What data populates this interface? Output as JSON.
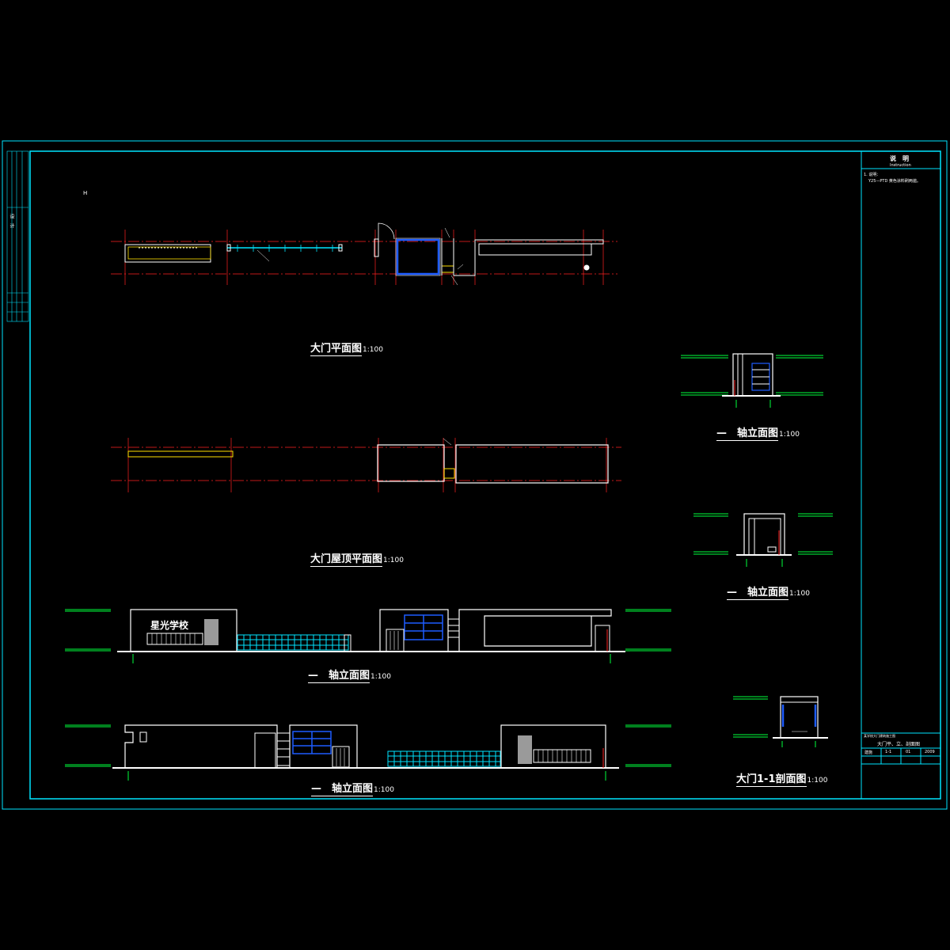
{
  "drawing": {
    "notes_header": "说　明",
    "notes_subheader": "Instruction",
    "notes_line1": "1. 说明：",
    "notes_line2": "Y25—PTD 黄色涂料刷两遍。",
    "sidebar_label": "设　计",
    "school_sign": "星光学校",
    "grid_marker": "H"
  },
  "views": {
    "plan": {
      "title": "大门平面图",
      "scale": "1:100"
    },
    "roof_plan": {
      "title": "大门屋顶平面图",
      "scale": "1:100"
    },
    "elev_1": {
      "title": "—　轴立面图",
      "scale": "1:100"
    },
    "elev_2": {
      "title": "—　轴立面图",
      "scale": "1:100"
    },
    "side_elev_1": {
      "title": "—　轴立面图",
      "scale": "1:100"
    },
    "side_elev_2": {
      "title": "—　轴立面图",
      "scale": "1:100"
    },
    "section": {
      "title": "大门1-1剖面图",
      "scale": "1:100"
    }
  },
  "title_block": {
    "project": "某学校大门建筑施工图",
    "sheet_title": "大门平、立、剖面图",
    "cells": [
      "建施",
      "1-1",
      "01",
      "2009"
    ]
  },
  "colors": {
    "frame": "#00e5ff",
    "axis": "#ff2020",
    "wall": "#ffffff",
    "glass": "#1e5cff",
    "accent": "#ffe000",
    "ground": "#00ff3c",
    "fence": "#00e5ff",
    "stone": "#9a9a9a"
  }
}
